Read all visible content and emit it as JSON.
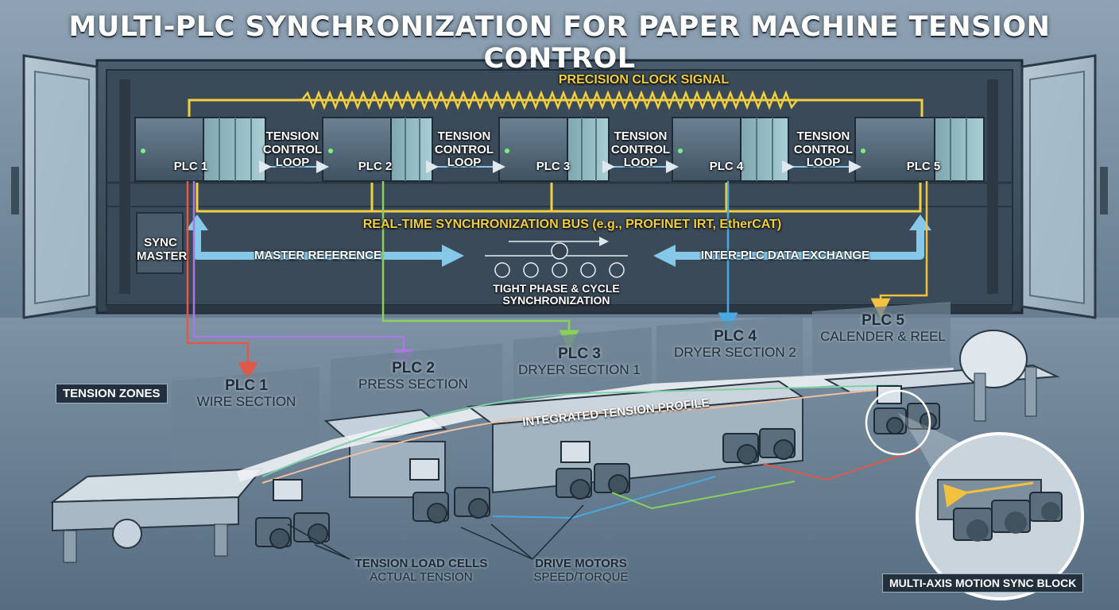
{
  "title": "MULTI-PLC SYNCHRONIZATION FOR PAPER MACHINE TENSION CONTROL",
  "clock_label": "PRECISION CLOCK SIGNAL",
  "bus_label": "REAL-TIME SYNCHRONIZATION BUS (e.g., PROFINET IRT, EtherCAT)",
  "plcs": [
    "PLC 1",
    "PLC 2",
    "PLC 3",
    "PLC 4",
    "PLC 5"
  ],
  "tension_loop": {
    "line1": "TENSION",
    "line2": "CONTROL",
    "line3": "LOOP"
  },
  "sync_master": {
    "line1": "SYNC",
    "line2": "MASTER"
  },
  "master_reference": "MASTER REFERENCE",
  "inter_plc": "INTER-PLC DATA EXCHANGE",
  "phase_sync": {
    "line1": "TIGHT PHASE & CYCLE",
    "line2": "SYNCHRONIZATION"
  },
  "tension_zones_label": "TENSION ZONES",
  "zones": [
    {
      "plc": "PLC 1",
      "section": "WIRE SECTION"
    },
    {
      "plc": "PLC 2",
      "section": "PRESS SECTION"
    },
    {
      "plc": "PLC 3",
      "section": "DRYER SECTION 1"
    },
    {
      "plc": "PLC 4",
      "section": "DRYER SECTION 2"
    },
    {
      "plc": "PLC 5",
      "section": "CALENDER & REEL"
    }
  ],
  "integrated_profile": "INTEGRATED TENSION PROFILE",
  "load_cells": {
    "title": "TENSION LOAD CELLS",
    "sub": "ACTUAL TENSION"
  },
  "drive_motors": {
    "title": "DRIVE MOTORS",
    "sub": "SPEED/TORQUE"
  },
  "motion_block": "MULTI-AXIS MOTION SYNC BLOCK",
  "colors": {
    "clock": "#f2cf3e",
    "plc1": "#e0584a",
    "plc2": "#a77ae0",
    "plc3": "#8bd05a",
    "plc4": "#4aa8e0",
    "plc5": "#f2c23e",
    "flow": "#86c8ea"
  }
}
